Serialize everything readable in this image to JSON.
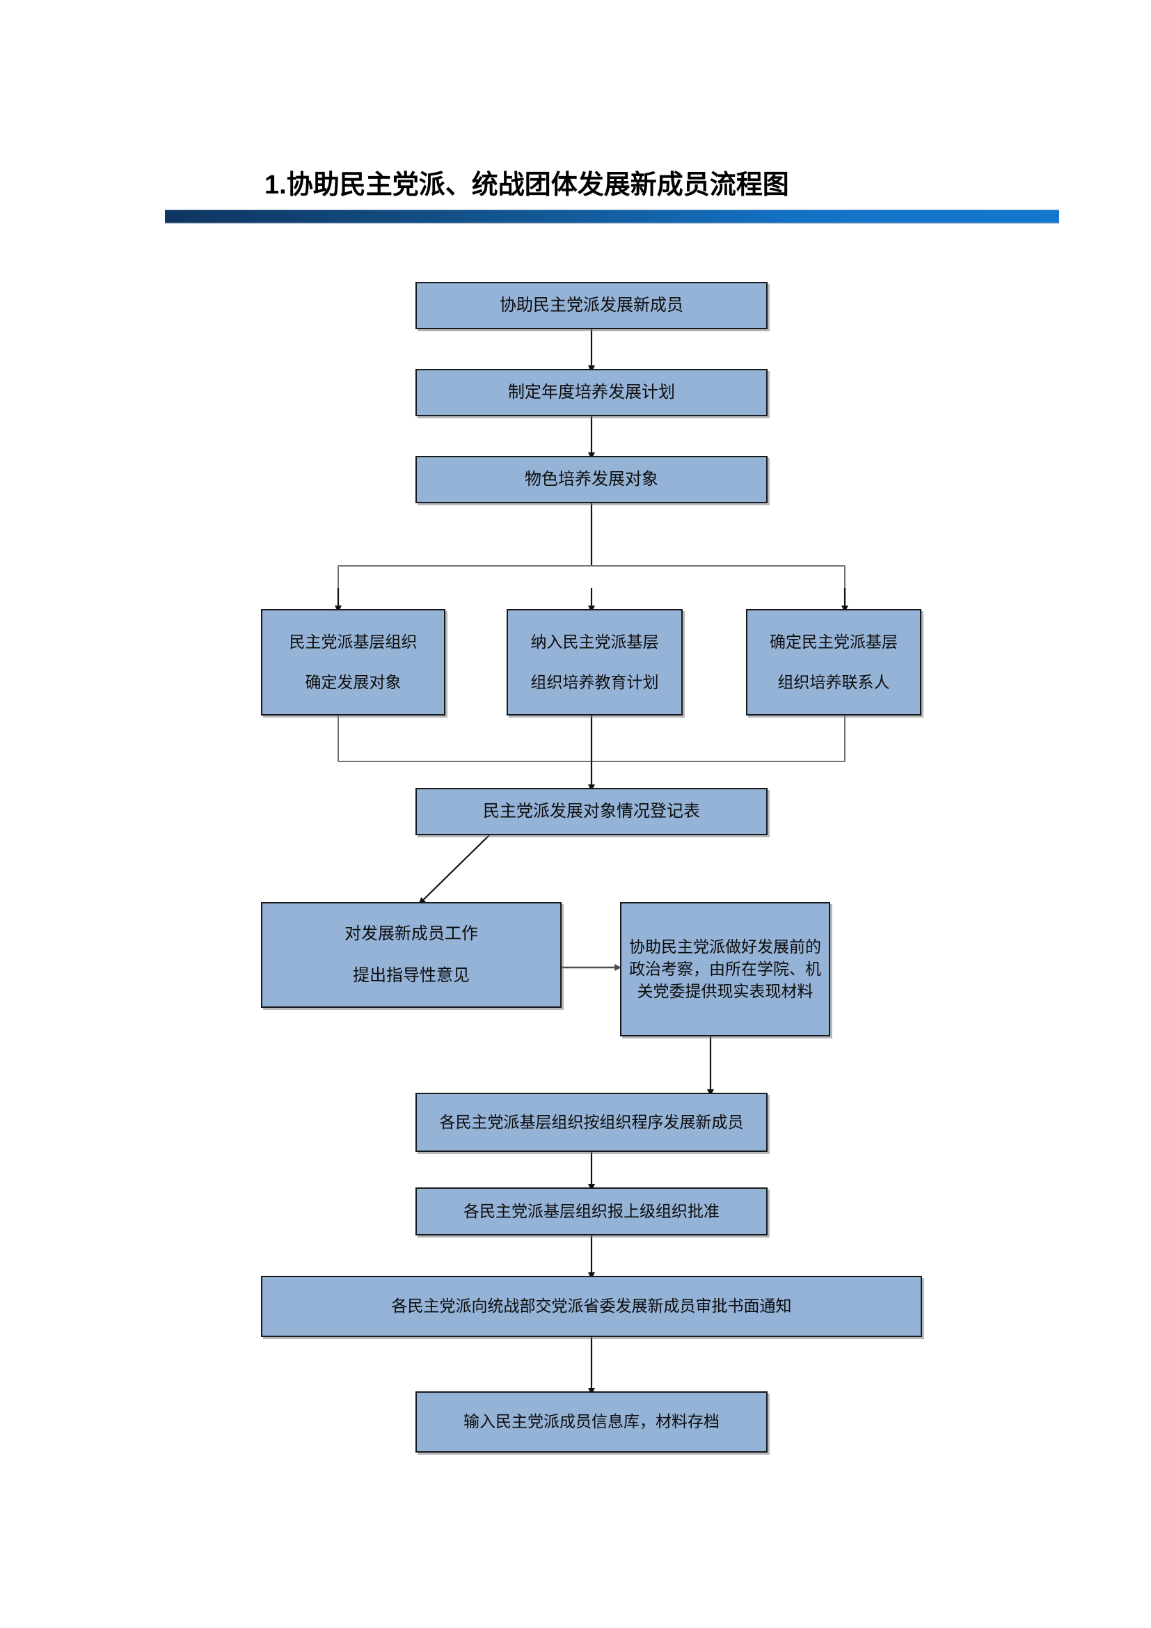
{
  "document": {
    "title": "1.协助民主党派、统战团体发展新成员流程图",
    "accent_gradient_start": "#0f3560",
    "accent_gradient_end": "#1277cd",
    "node_fill": "#95b3d7",
    "node_border": "#17181a",
    "background": "#ffffff"
  },
  "chart_data": {
    "type": "diagram",
    "title": "1.协助民主党派、统战团体发展新成员流程图",
    "nodes": [
      {
        "id": "n1",
        "lines": [
          "协助民主党派发展新成员"
        ]
      },
      {
        "id": "n2",
        "lines": [
          "制定年度培养发展计划"
        ]
      },
      {
        "id": "n3",
        "lines": [
          "物色培养发展对象"
        ]
      },
      {
        "id": "n4",
        "lines": [
          "民主党派基层组织",
          "确定发展对象"
        ]
      },
      {
        "id": "n5",
        "lines": [
          "纳入民主党派基层",
          "组织培养教育计划"
        ]
      },
      {
        "id": "n6",
        "lines": [
          "确定民主党派基层",
          "组织培养联系人"
        ]
      },
      {
        "id": "n7",
        "lines": [
          "民主党派发展对象情况登记表"
        ]
      },
      {
        "id": "n8",
        "lines": [
          "对发展新成员工作",
          "提出指导性意见"
        ]
      },
      {
        "id": "n9",
        "lines": [
          "协助民主党派做好发展前的政治考察，由所在学院、机关党委提供现实表现材料"
        ]
      },
      {
        "id": "n10",
        "lines": [
          "各民主党派基层组织按组织程序发展新成员"
        ]
      },
      {
        "id": "n11",
        "lines": [
          "各民主党派基层组织报上级组织批准"
        ]
      },
      {
        "id": "n12",
        "lines": [
          "各民主党派向统战部交党派省委发展新成员审批书面通知"
        ]
      },
      {
        "id": "n13",
        "lines": [
          "输入民主党派成员信息库，材料存档"
        ]
      }
    ],
    "edges": [
      {
        "from": "n1",
        "to": "n2"
      },
      {
        "from": "n2",
        "to": "n3"
      },
      {
        "from": "n3",
        "to": "n4"
      },
      {
        "from": "n3",
        "to": "n5"
      },
      {
        "from": "n3",
        "to": "n6"
      },
      {
        "from": "n4",
        "to": "n7"
      },
      {
        "from": "n5",
        "to": "n7"
      },
      {
        "from": "n6",
        "to": "n7"
      },
      {
        "from": "n7",
        "to": "n8"
      },
      {
        "from": "n8",
        "to": "n9"
      },
      {
        "from": "n9",
        "to": "n10"
      },
      {
        "from": "n10",
        "to": "n11"
      },
      {
        "from": "n11",
        "to": "n12"
      },
      {
        "from": "n12",
        "to": "n13"
      }
    ]
  }
}
